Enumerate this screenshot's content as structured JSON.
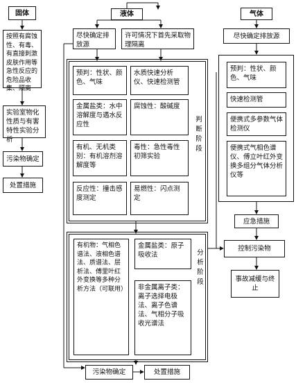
{
  "solid": {
    "title": "固体",
    "collect": "按照有腐蚀性、有毒、有直接刺激皮肤作用等急性反应的危险品收集、隔离",
    "analysis": "实验室物化性质与有害特性实验分析",
    "confirm": "污染物确定",
    "treat": "处置措施"
  },
  "liquid": {
    "title": "液体",
    "isolate": "尽快确定排放源",
    "sample": "许可情况下首先采取物理隔离",
    "judge_stage": "判断阶段",
    "judge": [
      "预判：性状、颜色、气味",
      "水质快速分析仪、快速检测管",
      "金属盐类：水中溶解度与遇水反应性",
      "腐蚀性：酸碱度",
      "有机、无机类别：有机溶剂溶解度等",
      "毒性：急性毒性初筛实验",
      "反应性：撞击感度测定",
      "易燃性：闪点测定"
    ],
    "analysis_stage": "分析阶段",
    "organic": "有机物：气相色谱法、液相色谱法、质谱法、层析法、傅里叶红外变换等多种分析方法（可联用）",
    "metal": "金属盐类：原子吸收法",
    "nonmetal": "非金属离子类：离子选择电极法、离子色谱法、气相分子吸收光谱法",
    "confirm": "污染物确定",
    "treat": "处置措施"
  },
  "gas": {
    "title": "气体",
    "isolate": "尽快确定排放源",
    "judge": [
      "预判：性状、颜色、气味",
      "快速检测管",
      "便携式多参数气体检测仪",
      "便携式气相色谱仪、傅立叶红外变换多组分气体分析仪等"
    ],
    "emergency": "应急措施",
    "control": "控制污染物",
    "ease": "事故减缓与终止"
  }
}
